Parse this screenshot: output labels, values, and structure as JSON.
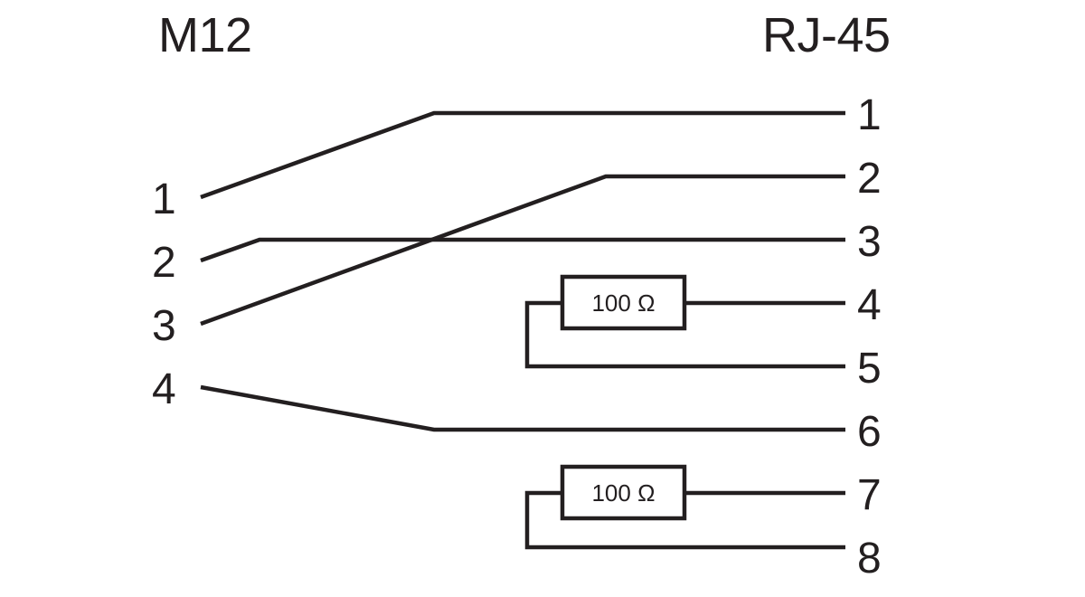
{
  "diagram": {
    "title_left": "M12",
    "title_right": "RJ-45",
    "left_connector": {
      "name": "M12",
      "pins": [
        {
          "label": "1"
        },
        {
          "label": "2"
        },
        {
          "label": "3"
        },
        {
          "label": "4"
        }
      ]
    },
    "right_connector": {
      "name": "RJ-45",
      "pins": [
        {
          "label": "1"
        },
        {
          "label": "2"
        },
        {
          "label": "3"
        },
        {
          "label": "4"
        },
        {
          "label": "5"
        },
        {
          "label": "6"
        },
        {
          "label": "7"
        },
        {
          "label": "8"
        }
      ]
    },
    "connections": [
      {
        "from": "M12-1",
        "to": "RJ45-1"
      },
      {
        "from": "M12-2",
        "to": "RJ45-3"
      },
      {
        "from": "M12-3",
        "to": "RJ45-2"
      },
      {
        "from": "M12-4",
        "to": "RJ45-6"
      }
    ],
    "resistors": [
      {
        "value": "100 Ω",
        "bridges": [
          "RJ45-4",
          "RJ45-5"
        ]
      },
      {
        "value": "100 Ω",
        "bridges": [
          "RJ45-7",
          "RJ45-8"
        ]
      }
    ],
    "colors": {
      "line": "#231f20",
      "background": "#ffffff",
      "text": "#231f20"
    }
  }
}
